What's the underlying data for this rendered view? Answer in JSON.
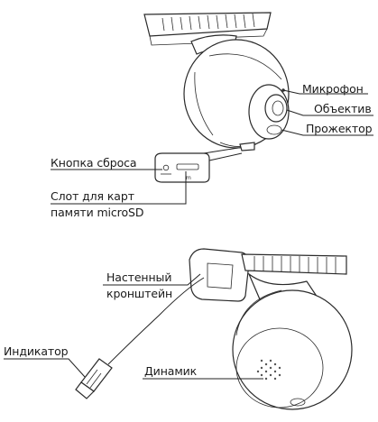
{
  "labels": {
    "microphone": "Микрофон",
    "lens": "Объектив",
    "spotlight": "Прожектор",
    "reset_button": "Кнопка сброса",
    "sd_slot_line1": "Слот для карт",
    "sd_slot_line2": "памяти microSD",
    "wall_mount_line1": "Настенный",
    "wall_mount_line2": "кронштейн",
    "indicator": "Индикатор",
    "speaker": "Динамик"
  }
}
